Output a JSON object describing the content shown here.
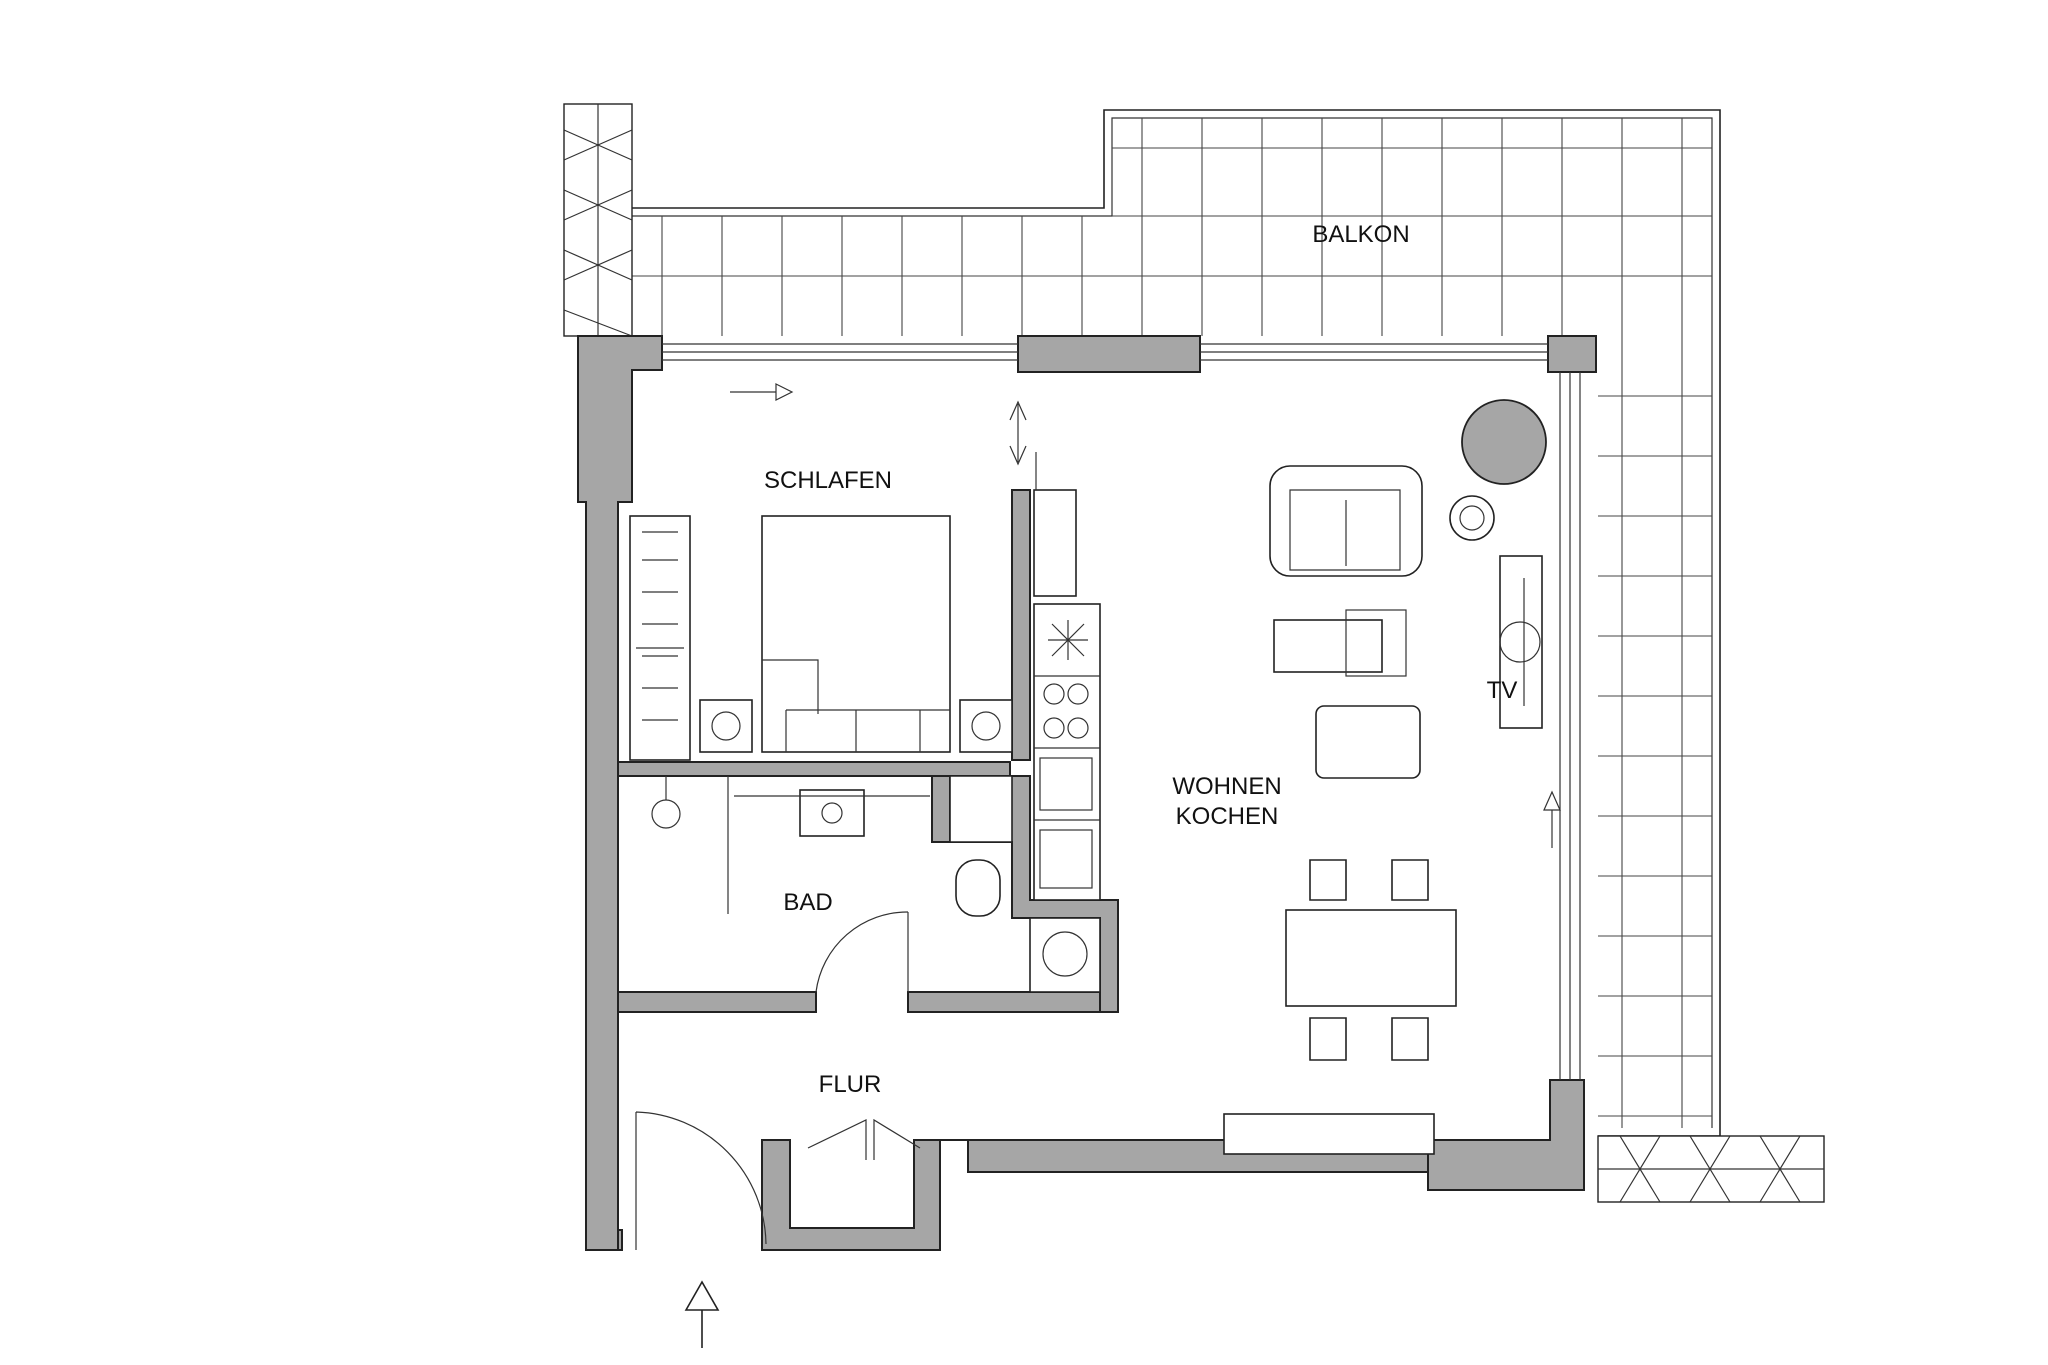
{
  "rooms": {
    "balkon": "BALKON",
    "schlafen": "SCHLAFEN",
    "wohnen": "WOHNEN",
    "kochen": "KOCHEN",
    "tv": "TV",
    "bad": "BAD",
    "flur": "FLUR"
  },
  "colors": {
    "wall_fill": "#a6a6a6",
    "line": "#222222",
    "background": "#ffffff"
  },
  "icons": {
    "entrance": "entrance-arrow-icon",
    "sliding_door": "sliding-arrow-icon",
    "window_tilt": "double-arrow-icon"
  }
}
